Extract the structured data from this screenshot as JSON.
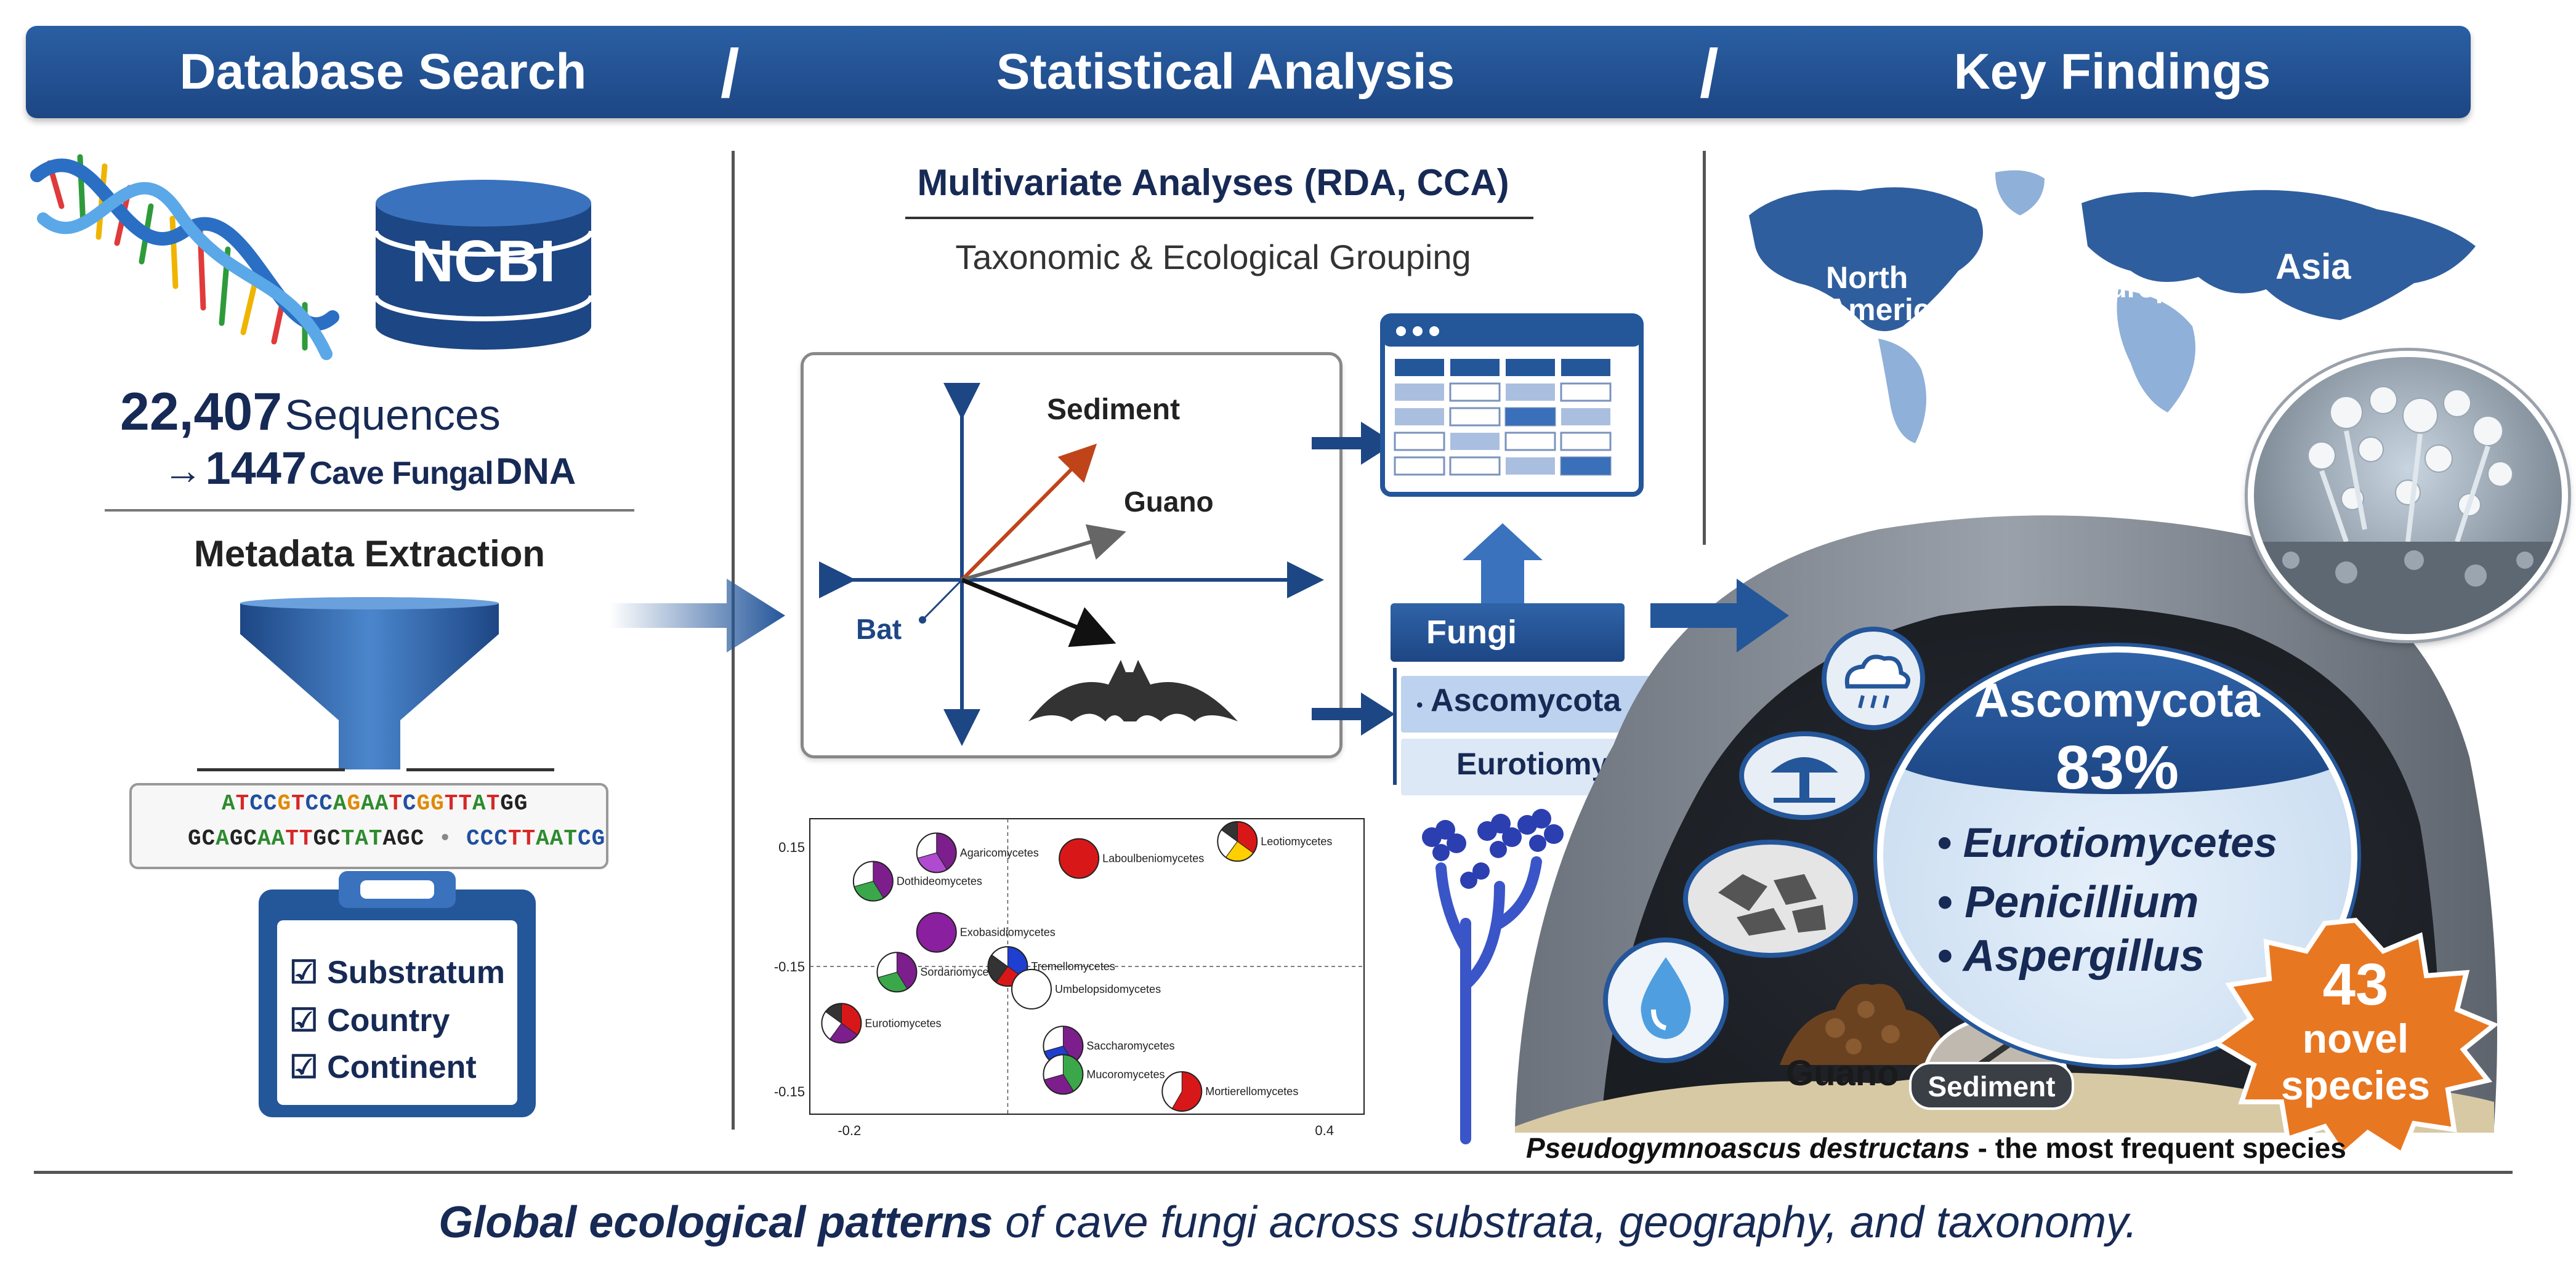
{
  "header": {
    "sections": [
      "Database Search",
      "Statistical Analysis",
      "Key Findings"
    ]
  },
  "database_search": {
    "ncbi_label": "NCBI",
    "sequences_count": "22,407",
    "sequences_label": "Sequences",
    "arrow": "→",
    "filtered_count": "1447",
    "filtered_label_1": "Cave Fungal",
    "filtered_label_2": "DNA",
    "metadata_title": "Metadata Extraction",
    "seq_line_1": [
      {
        "t": "A",
        "c": "#2e8b2e"
      },
      {
        "t": "T",
        "c": "#d62828"
      },
      {
        "t": "CC",
        "c": "#1f4fa0"
      },
      {
        "t": "G",
        "c": "#e08a00"
      },
      {
        "t": "T",
        "c": "#d62828"
      },
      {
        "t": "CC",
        "c": "#1f4fa0"
      },
      {
        "t": "A",
        "c": "#2e8b2e"
      },
      {
        "t": "G",
        "c": "#e08a00"
      },
      {
        "t": "AA",
        "c": "#2e8b2e"
      },
      {
        "t": "T",
        "c": "#d62828"
      },
      {
        "t": "C",
        "c": "#1f4fa0"
      },
      {
        "t": "GG",
        "c": "#e08a00"
      },
      {
        "t": "TT",
        "c": "#d62828"
      },
      {
        "t": "A",
        "c": "#2e8b2e"
      },
      {
        "t": "T",
        "c": "#d62828"
      },
      {
        "t": "GG",
        "c": "#222222"
      }
    ],
    "seq_line_2": [
      {
        "t": "GC",
        "c": "#222222"
      },
      {
        "t": "A",
        "c": "#2e8b2e"
      },
      {
        "t": "GC",
        "c": "#222222"
      },
      {
        "t": "AA",
        "c": "#2e8b2e"
      },
      {
        "t": "TT",
        "c": "#d62828"
      },
      {
        "t": "GC",
        "c": "#222222"
      },
      {
        "t": "TAT",
        "c": "#2e8b2e"
      },
      {
        "t": "AGC",
        "c": "#222222"
      },
      {
        "t": " • ",
        "c": "#888888"
      },
      {
        "t": "CCC",
        "c": "#1f4fa0"
      },
      {
        "t": "TT",
        "c": "#d62828"
      },
      {
        "t": "AAT",
        "c": "#2e8b2e"
      },
      {
        "t": "CG",
        "c": "#1f4fa0"
      }
    ],
    "checklist": [
      "Substratum",
      "Country",
      "Continent"
    ],
    "checkmark": "☑"
  },
  "statistical_analysis": {
    "title": "Multivariate Analyses (RDA, CCA)",
    "subtitle": "Taxonomic & Ecological Grouping",
    "biplot_labels": [
      "Sediment",
      "Guano",
      "Bat"
    ],
    "fungi_box": "Fungi",
    "taxa": [
      "Ascomycota",
      "Eurotiomycetes"
    ]
  },
  "chart_data": {
    "type": "scatter",
    "title": "",
    "xlabel": "",
    "ylabel": "",
    "x_ticks": [
      "-0.2",
      "0.4"
    ],
    "y_ticks": [
      "0.15",
      "-0.15",
      "-0.15"
    ],
    "points": [
      {
        "name": "Agaricomycetes",
        "x": -0.09,
        "y": 0.14,
        "marker": "pie",
        "colors": [
          "#7c1f8c",
          "#b04ad0",
          "#ffffff"
        ]
      },
      {
        "name": "Dothideomycetes",
        "x": -0.17,
        "y": 0.09,
        "marker": "pie",
        "colors": [
          "#7c1f8c",
          "#3aa84a",
          "#ffffff"
        ]
      },
      {
        "name": "Exobasidiomycetes",
        "x": -0.09,
        "y": 0.0,
        "marker": "circle",
        "colors": [
          "#8a1fa0"
        ]
      },
      {
        "name": "Laboulbeniomycetes",
        "x": 0.09,
        "y": 0.13,
        "marker": "circle",
        "colors": [
          "#d81818"
        ]
      },
      {
        "name": "Leotiomycetes",
        "x": 0.29,
        "y": 0.16,
        "marker": "pie",
        "colors": [
          "#d81818",
          "#ffd000",
          "#ffffff",
          "#333333"
        ]
      },
      {
        "name": "Sordariomycetes",
        "x": -0.14,
        "y": -0.07,
        "marker": "pie",
        "colors": [
          "#7c1f8c",
          "#3aa84a",
          "#ffffff"
        ]
      },
      {
        "name": "Tremellomycetes",
        "x": 0.0,
        "y": -0.06,
        "marker": "pie",
        "colors": [
          "#1f3fd0",
          "#d81818",
          "#333333",
          "#ffffff"
        ]
      },
      {
        "name": "Umbelopsidomycetes",
        "x": 0.03,
        "y": -0.1,
        "marker": "circle",
        "colors": [
          "#ffffff"
        ]
      },
      {
        "name": "Eurotiomycetes",
        "x": -0.21,
        "y": -0.16,
        "marker": "pie",
        "colors": [
          "#d81818",
          "#7c1f8c",
          "#ffffff",
          "#333333"
        ]
      },
      {
        "name": "Saccharomycetes",
        "x": 0.07,
        "y": -0.2,
        "marker": "pie",
        "colors": [
          "#7c1f8c",
          "#1f3fd0",
          "#ffffff"
        ]
      },
      {
        "name": "Mucoromycetes",
        "x": 0.07,
        "y": -0.25,
        "marker": "pie",
        "colors": [
          "#3aa84a",
          "#7c1f8c",
          "#ffffff"
        ]
      },
      {
        "name": "Mortierellomycetes",
        "x": 0.22,
        "y": -0.28,
        "marker": "pie",
        "colors": [
          "#d81818",
          "#ffffff"
        ]
      }
    ]
  },
  "key_findings": {
    "map_labels": [
      "North America",
      "Europe",
      "Asia"
    ],
    "phylum": "Ascomycota",
    "percent": "83%",
    "taxa": [
      "Eurotiomycetes",
      "Penicillium",
      "Aspergillus"
    ],
    "bullet": "•",
    "novel_count": "43",
    "novel_line_1": "novel",
    "novel_line_2": "species",
    "substrata": [
      "Guano",
      "Sediment"
    ],
    "species_name": "Pseudogymnoascus destructans",
    "species_suffix": " - the most frequent species"
  },
  "footer": {
    "bold_part": "Global ecological patterns",
    "rest": " of cave fungi across substrata, geography, and taxonomy."
  },
  "colors": {
    "header_blue": "#24569a",
    "navy": "#172a55",
    "accent_orange": "#e87722"
  }
}
